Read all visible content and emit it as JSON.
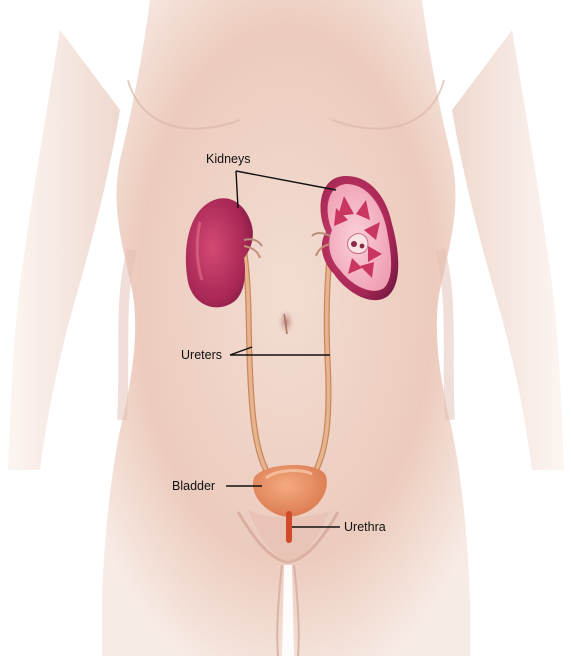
{
  "labels": {
    "kidneys": "Kidneys",
    "ureters": "Ureters",
    "bladder": "Bladder",
    "urethra": "Urethra"
  },
  "colors": {
    "skin": "#f2dbd2",
    "skin_shadow": "#dcb3a4",
    "kidney": "#b02e58",
    "kidney_light": "#d8557c",
    "kidney_section": "#f4b1c3",
    "ureter": "#e0a77c",
    "bladder": "#e58c5f",
    "urethra": "#d94a2a",
    "leader": "#111111"
  }
}
